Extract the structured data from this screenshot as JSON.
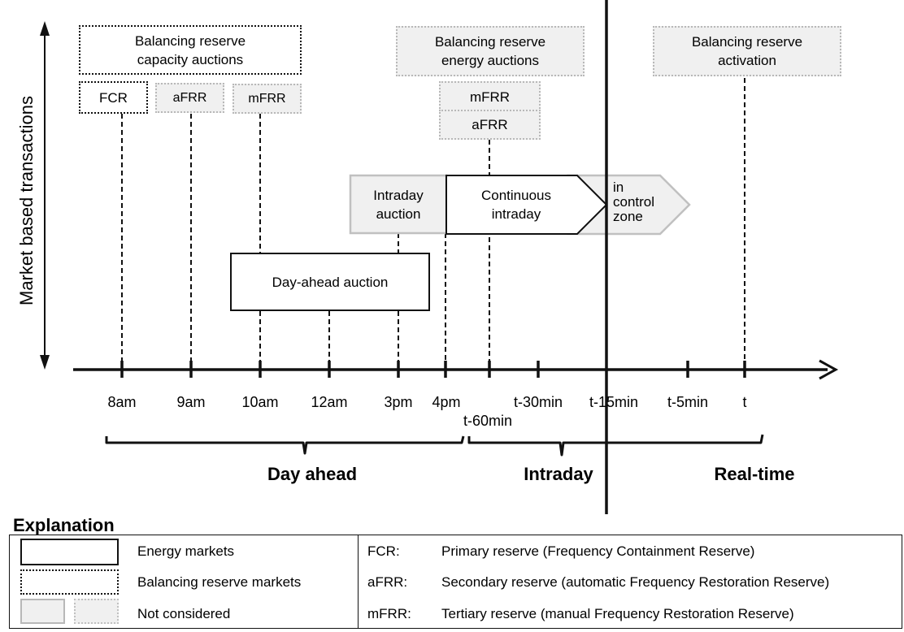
{
  "y_axis": {
    "label": "Market based transactions"
  },
  "boxes": {
    "capacity_auctions": "Balancing reserve\ncapacity auctions",
    "fcr": "FCR",
    "afrr_capacity": "aFRR",
    "mfrr_capacity": "mFRR",
    "energy_auctions": "Balancing reserve\nenergy auctions",
    "mfrr_energy": "mFRR",
    "afrr_energy": "aFRR",
    "activation": "Balancing reserve\nactivation",
    "intraday_auction": "Intraday\nauction",
    "continuous_intraday": "Continuous\nintraday",
    "in_control_zone": "in\ncontrol\nzone",
    "day_ahead_auction": "Day-ahead auction"
  },
  "timeline": {
    "ticks": [
      "8am",
      "9am",
      "10am",
      "12am",
      "3pm",
      "4pm",
      "t-60min",
      "t-30min",
      "t-15min",
      "t-5min",
      "t"
    ]
  },
  "phases": {
    "day_ahead": "Day ahead",
    "intraday": "Intraday",
    "real_time": "Real-time"
  },
  "legend": {
    "title": "Explanation",
    "energy_markets": "Energy markets",
    "balancing_reserve_markets": "Balancing reserve markets",
    "not_considered": "Not considered",
    "abbreviations": [
      {
        "abbr": "FCR:",
        "desc": "Primary reserve (Frequency Containment Reserve)"
      },
      {
        "abbr": "aFRR:",
        "desc": "Secondary reserve (automatic Frequency Restoration Reserve)"
      },
      {
        "abbr": "mFRR:",
        "desc": "Tertiary reserve (manual Frequency Restoration Reserve)"
      }
    ]
  }
}
